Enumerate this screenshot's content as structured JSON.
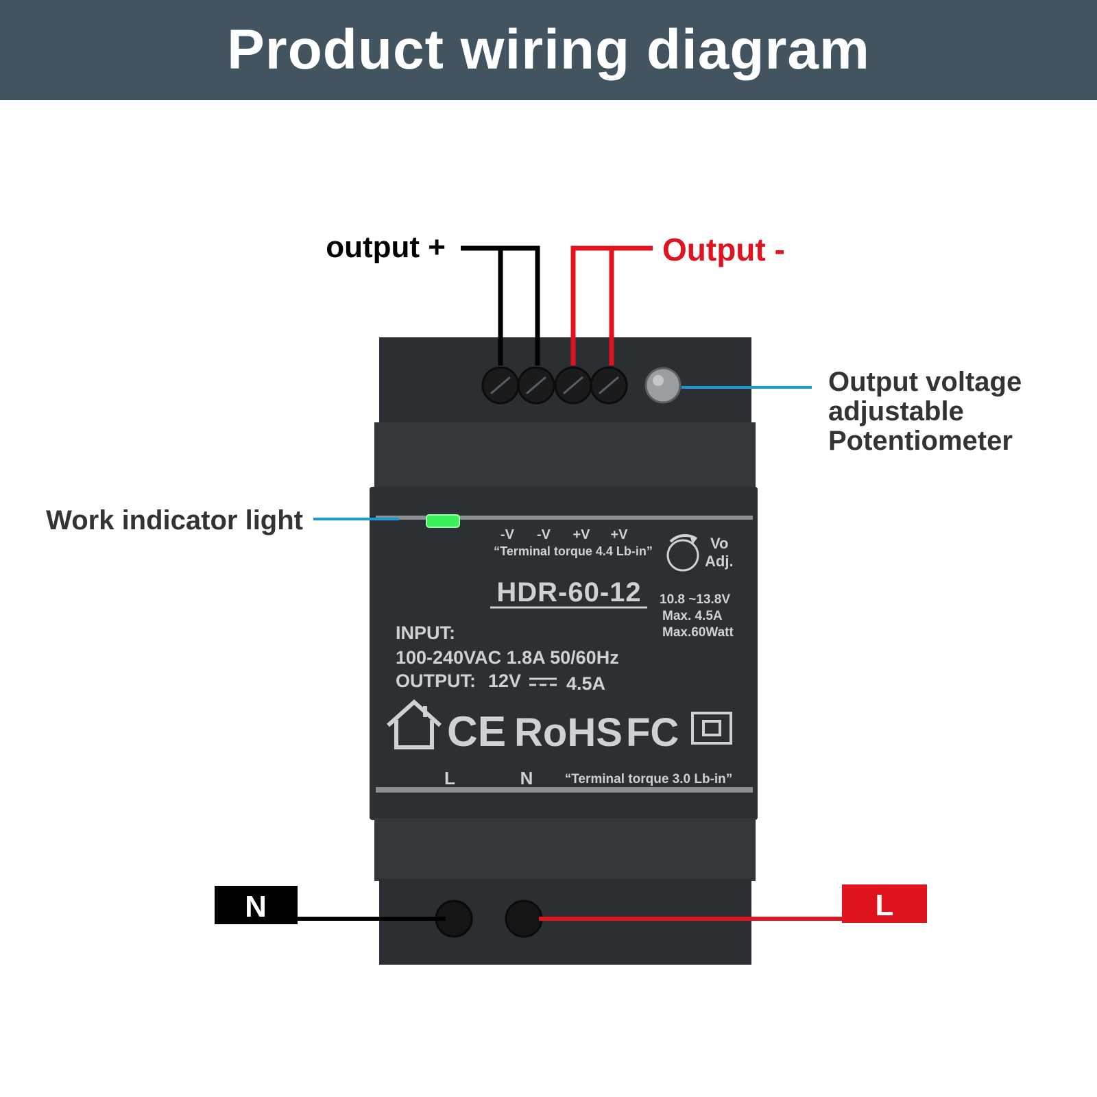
{
  "title": "Product wiring diagram",
  "labels": {
    "output_plus": "output +",
    "output_minus": "Output -",
    "potentiometer": [
      "Output voltage",
      "adjustable",
      "Potentiometer"
    ],
    "indicator": "Work indicator light",
    "neutral": "N",
    "line": "L"
  },
  "device": {
    "top_terminals": [
      "-V",
      "-V",
      "+V",
      "+V"
    ],
    "top_torque": "“Terminal torque 4.4 Lb-in”",
    "vo": "Vo",
    "adj": "Adj.",
    "model": "HDR-60-12",
    "specs": [
      "10.8 ~13.8V",
      "Max. 4.5A",
      "Max.60Watt"
    ],
    "input_label": "INPUT:",
    "input_value": "100-240VAC 1.8A 50/60Hz",
    "output_label": "OUTPUT:",
    "output_voltage": "12V",
    "output_current": "4.5A",
    "cert_ce": "CE",
    "cert_rohs": "RoHS",
    "cert_fc": "FC",
    "bottom_terminals": [
      "L",
      "N"
    ],
    "bottom_torque": "“Terminal torque 3.0 Lb-in”"
  },
  "colors": {
    "title_bg": "#435461",
    "black_wire": "#000000",
    "red_wire": "#e0141e",
    "leader_line": "#1b9ad6",
    "led": "#3cf05a",
    "device_body": "#2c2f33"
  }
}
